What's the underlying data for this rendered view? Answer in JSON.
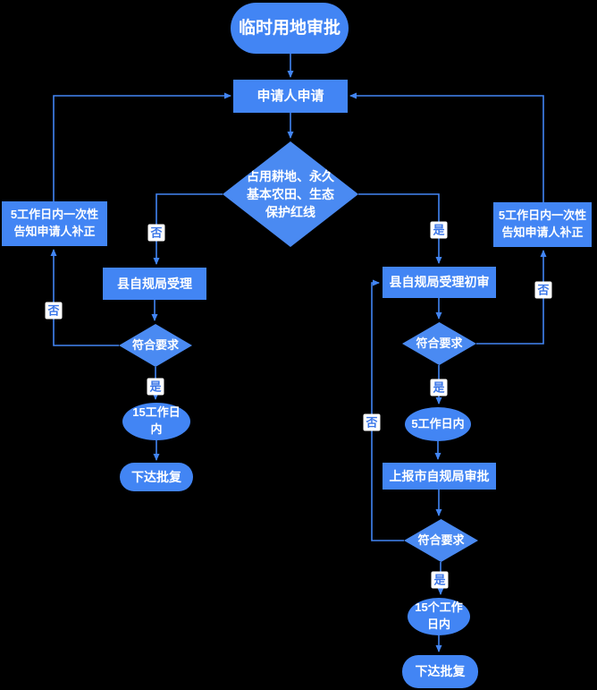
{
  "diagram": {
    "title": "临时用地审批",
    "colors": {
      "background": "#000000",
      "node_fill": "#4285F4",
      "diamond_fill": "#4A8AF2",
      "line": "#4285F4",
      "node_text": "#FFFFFF",
      "edge_label_text": "#3A76E8",
      "edge_label_bg": "#FFFFFF"
    },
    "nodes": {
      "start": "临时用地审批",
      "apply": "申请人申请",
      "land_check": "占用耕地、永久\n基本农田、生态\n保护红线",
      "notify_left": "5工作日内一次性\n告知申请人补正",
      "notify_right": "5工作日内一次性\n告知申请人补正",
      "county_accept": "县自规局受理",
      "check1": "符合要求",
      "days15_left": "15工作日\n内",
      "approve_left": "下达批复",
      "county_initial": "县自规局受理初审",
      "check2": "符合要求",
      "days5": "5工作日内",
      "report_city": "上报市自规局审批",
      "check3": "符合要求",
      "days15_right": "15个工作\n日内",
      "approve_right": "下达批复"
    },
    "labels": {
      "yes": "是",
      "no": "否"
    }
  }
}
